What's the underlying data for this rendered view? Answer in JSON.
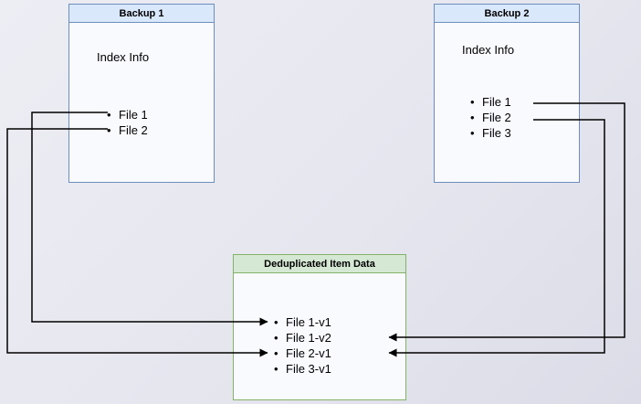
{
  "colors": {
    "background": "#e6e6ef",
    "background_light": "#ededf4",
    "background_dark": "#dcdce8",
    "blue_border": "#6c8ebf",
    "blue_fill": "#dae8fc",
    "green_border": "#82b366",
    "green_fill": "#d5e8d4",
    "box_body": "#f9fafd",
    "arrow": "#000000"
  },
  "backup1": {
    "title": "Backup 1",
    "subtitle": "Index Info",
    "files": [
      "File 1",
      "File 2"
    ]
  },
  "backup2": {
    "title": "Backup 2",
    "subtitle": "Index Info",
    "files": [
      "File 1",
      "File 2",
      "File 3"
    ]
  },
  "dedup": {
    "title": "Deduplicated Item Data",
    "items": [
      "File 1-v1",
      "File 1-v2",
      "File 2-v1",
      "File 3-v1"
    ]
  },
  "edges": [
    {
      "from": "Backup 1 / File 1",
      "to": "File 1-v1"
    },
    {
      "from": "Backup 1 / File 2",
      "to": "File 2-v1"
    },
    {
      "from": "Backup 2 / File 1",
      "to": "File 1-v2"
    },
    {
      "from": "Backup 2 / File 2",
      "to": "File 2-v1"
    }
  ]
}
